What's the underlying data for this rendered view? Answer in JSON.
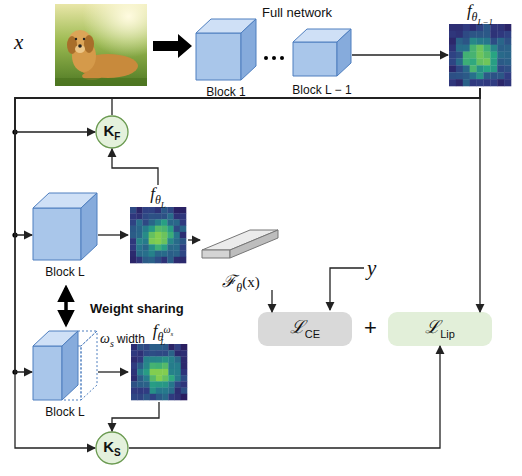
{
  "diagram": {
    "nodes": [
      {
        "text": [
          "Block 1"
        ]
      },
      {
        "text": [
          "Block L − 1"
        ]
      },
      {
        "text": [
          "f",
          "θ",
          "L−1"
        ]
      },
      {
        "text": [
          "K",
          "F"
        ]
      },
      {
        "text": [
          "f",
          "θ",
          "L"
        ]
      },
      {
        "text": [
          "Block L"
        ]
      },
      {
        "text": [
          "ℱ",
          "θ",
          "(x)"
        ]
      },
      {
        "text": [
          "ℒ",
          "CE"
        ]
      },
      {
        "text": [
          "ℒ",
          "Lip"
        ]
      },
      {
        "text": [
          "f",
          "θ",
          "ω",
          "s",
          "L"
        ]
      },
      {
        "text": [
          "Block L"
        ]
      },
      {
        "text": [
          "K",
          "S"
        ]
      }
    ],
    "edges": [
      {
        "from": 1,
        "to": 2,
        "arrow": "to"
      },
      {
        "from": 2,
        "to": 3,
        "arrow": "to"
      },
      {
        "from": 2,
        "to": 5,
        "arrow": "to"
      },
      {
        "from": 2,
        "to": 10,
        "arrow": "to"
      },
      {
        "from": 2,
        "to": 11,
        "arrow": "to"
      },
      {
        "from": 3,
        "to": 8,
        "arrow": "to"
      },
      {
        "from": 5,
        "to": 4,
        "arrow": "to"
      },
      {
        "from": 4,
        "to": 6,
        "arrow": "to"
      },
      {
        "from": 4,
        "to": 3,
        "arrow": "to"
      },
      {
        "from": 6,
        "to": 7,
        "arrow": "to"
      },
      {
        "from": 10,
        "to": 9,
        "arrow": "to"
      },
      {
        "from": 9,
        "to": 11,
        "arrow": "to"
      },
      {
        "from": 11,
        "to": 8,
        "arrow": "to"
      }
    ],
    "labels": [
      "x",
      "Full network",
      "Weight sharing",
      "ω",
      "s",
      "width",
      "y",
      "+"
    ]
  }
}
